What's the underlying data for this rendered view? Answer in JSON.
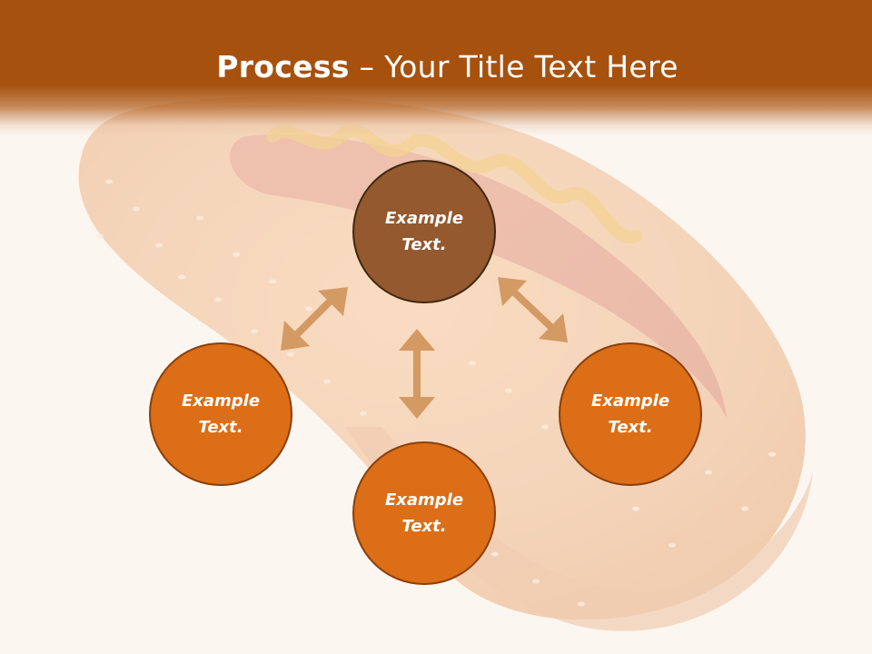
{
  "slide": {
    "title_bold": "Process",
    "title_rest": " – Your Title Text Here",
    "colors": {
      "title_bar": "#a6510d",
      "center_node": "#94592e",
      "outer_nodes": "#db6e16",
      "arrows": "#d49a64",
      "background": "#fcf6f2"
    },
    "background_image": "hot-dog-with-mustard"
  },
  "nodes": [
    {
      "id": "top",
      "line1": "Example",
      "line2": "Text."
    },
    {
      "id": "left",
      "line1": "Example",
      "line2": "Text."
    },
    {
      "id": "right",
      "line1": "Example",
      "line2": "Text."
    },
    {
      "id": "bottom",
      "line1": "Example",
      "line2": "Text."
    }
  ]
}
